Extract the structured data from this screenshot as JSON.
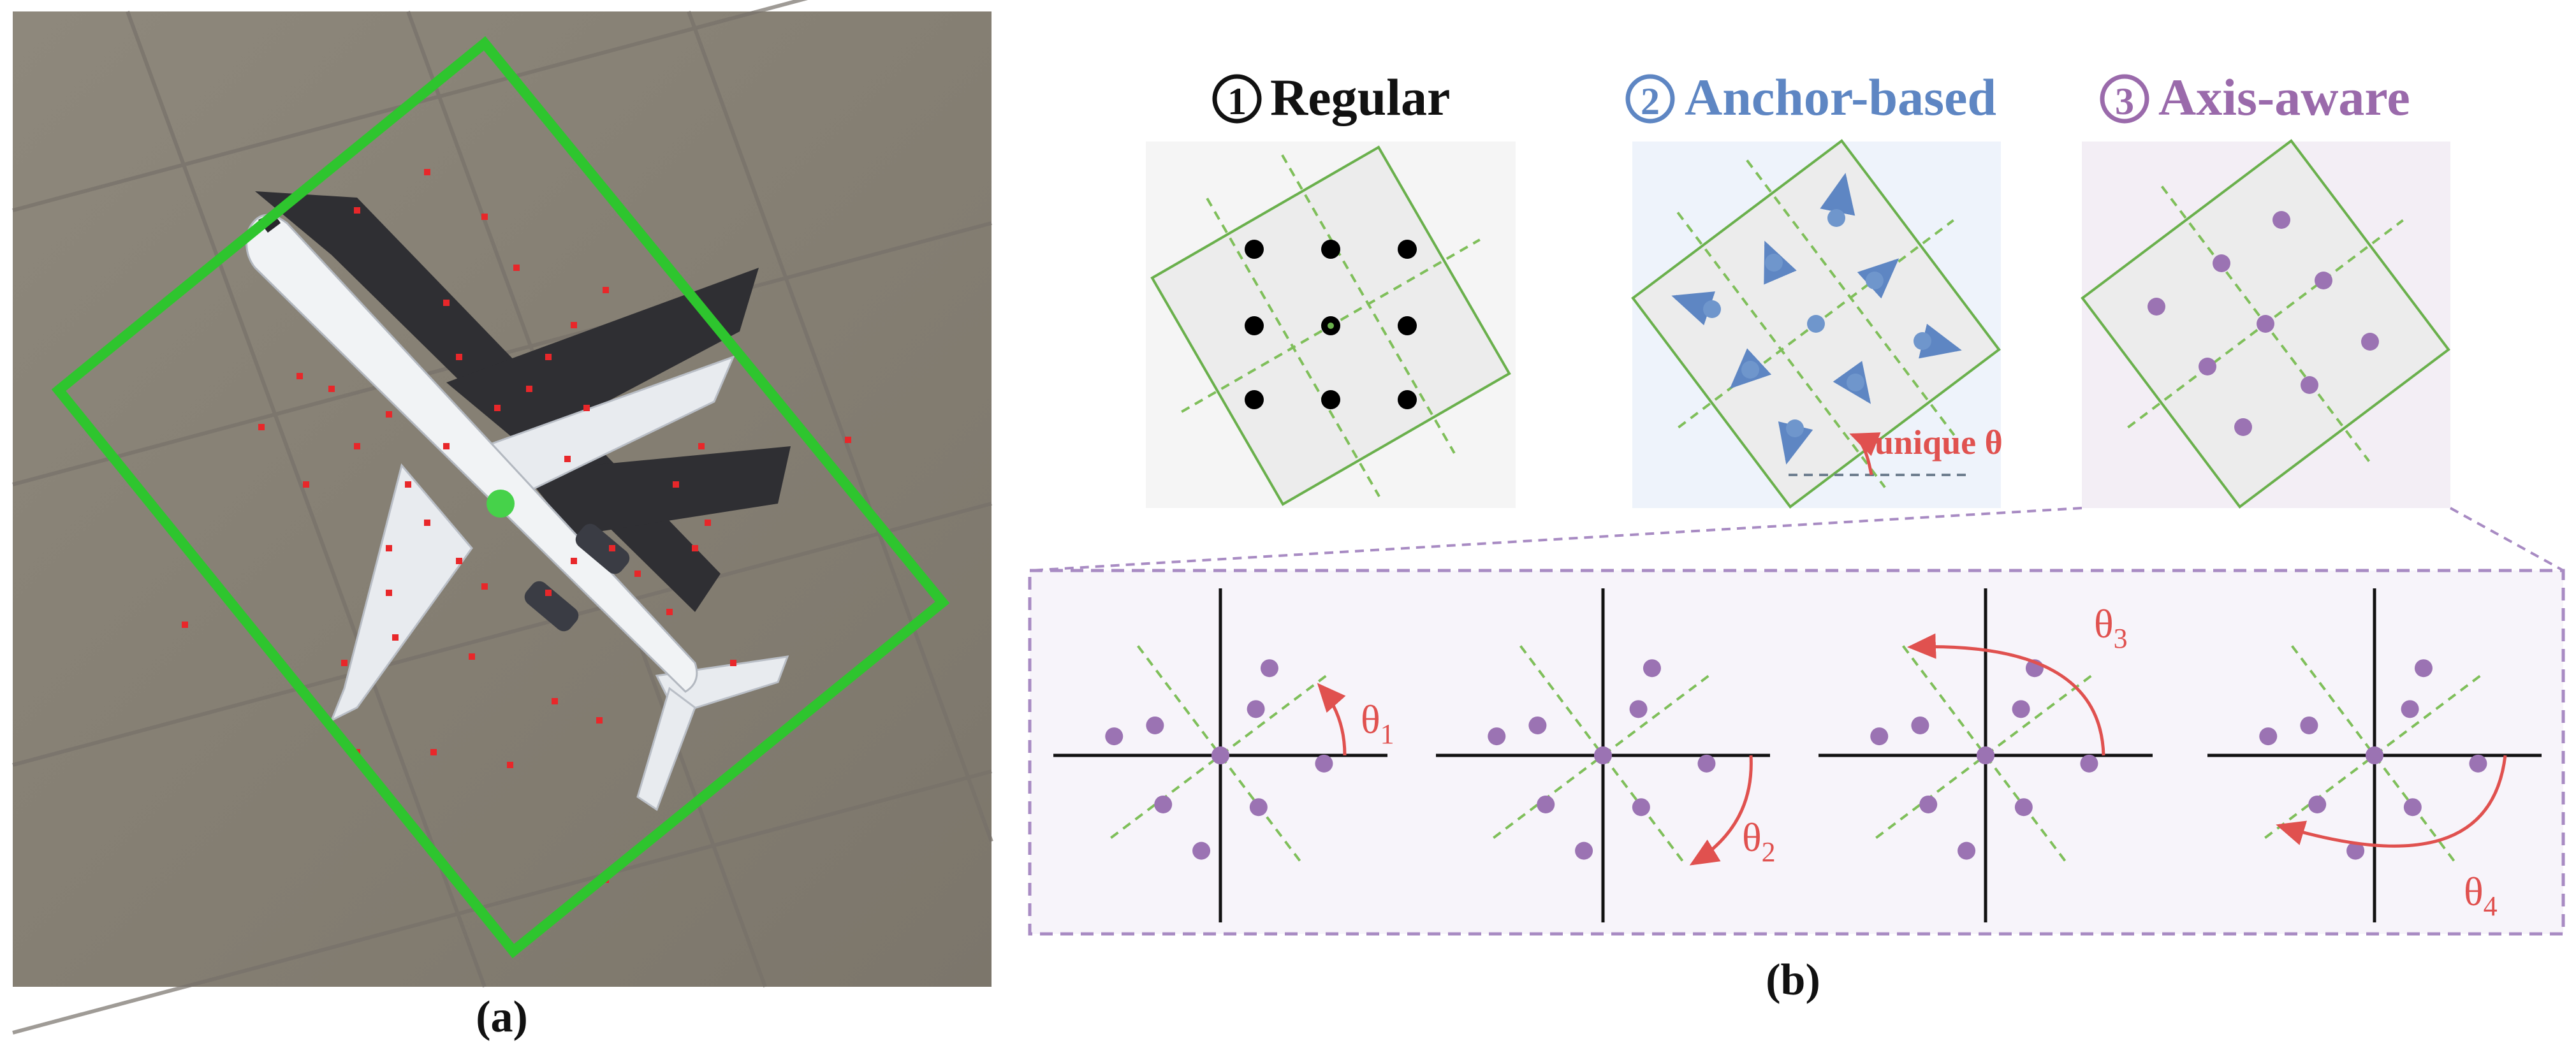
{
  "panel_a": {
    "caption": "(a)",
    "bbox_color": "#2ec52e",
    "point_color": "#e8272a",
    "center_color": "#46d24a"
  },
  "panel_b": {
    "caption": "(b)",
    "methods": [
      {
        "number": "1",
        "name": "Regular",
        "color": "#111111",
        "bg": "#f5f5f5"
      },
      {
        "number": "2",
        "name": "Anchor-based",
        "color": "#5e86c3",
        "bg": "#eef3fb",
        "angle_label": "unique θ"
      },
      {
        "number": "3",
        "name": "Axis-aware",
        "color": "#9a6aab",
        "bg": "#f3eef5"
      }
    ],
    "theta_labels": [
      {
        "base": "θ",
        "sub": "1"
      },
      {
        "base": "θ",
        "sub": "2"
      },
      {
        "base": "θ",
        "sub": "3"
      },
      {
        "base": "θ",
        "sub": "4"
      }
    ],
    "colors": {
      "box_edge": "#6ab04c",
      "dashed_axis": "#7fbf5a",
      "anchor_point": "#6f96cc",
      "axis_point": "#9b73b3",
      "angle": "#e0514f",
      "detail_frame": "#a88bc3",
      "detail_bg": "#f7f4fa"
    }
  }
}
